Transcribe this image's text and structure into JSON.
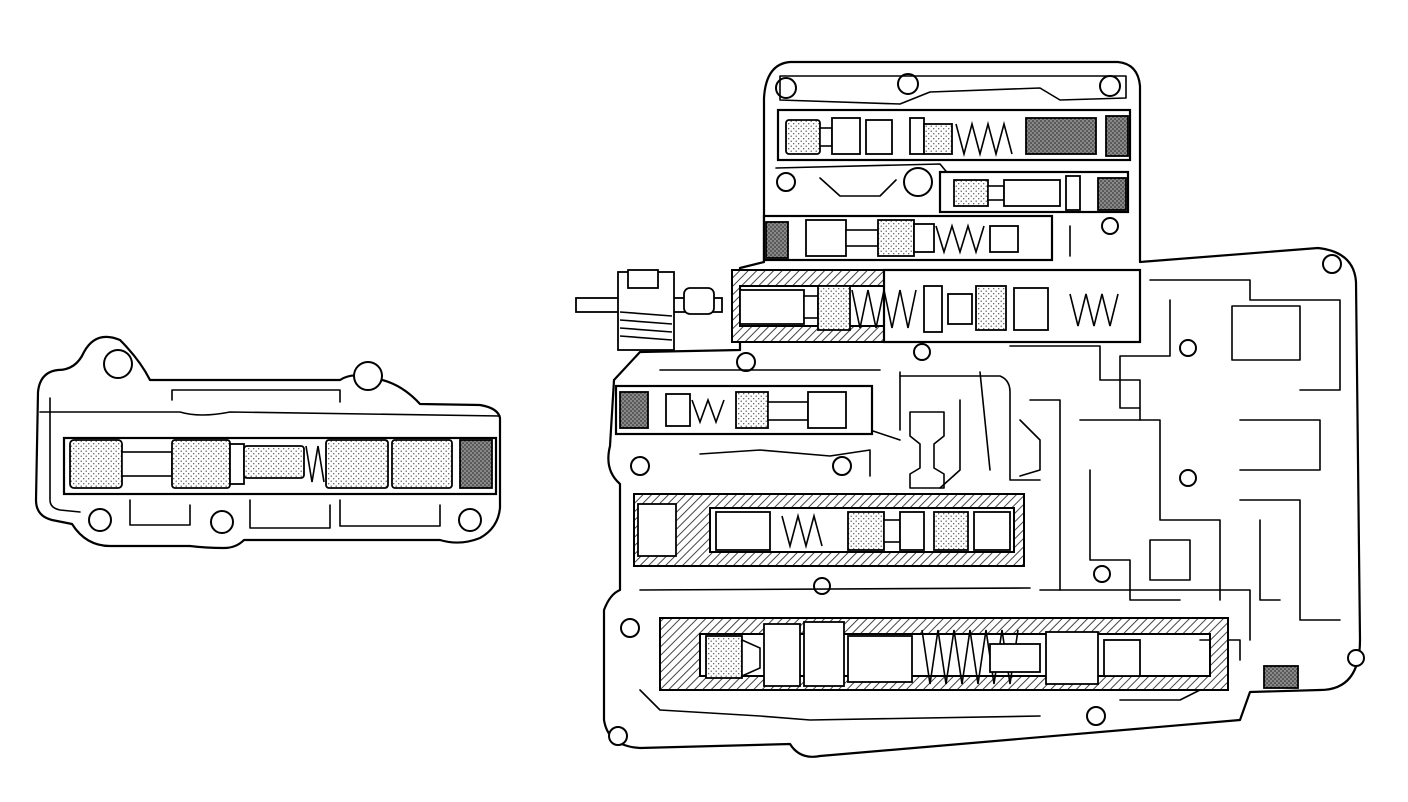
{
  "figure": {
    "description_free": true,
    "parts": [
      {
        "id": "small-valve-body",
        "kind": "valve-body",
        "bores": 1
      },
      {
        "id": "main-valve-body",
        "kind": "valve-body",
        "bores": 7
      }
    ],
    "colors": {
      "line": "#000000",
      "background": "#ffffff",
      "stipple": "#555555",
      "hatch": "#444444"
    }
  }
}
